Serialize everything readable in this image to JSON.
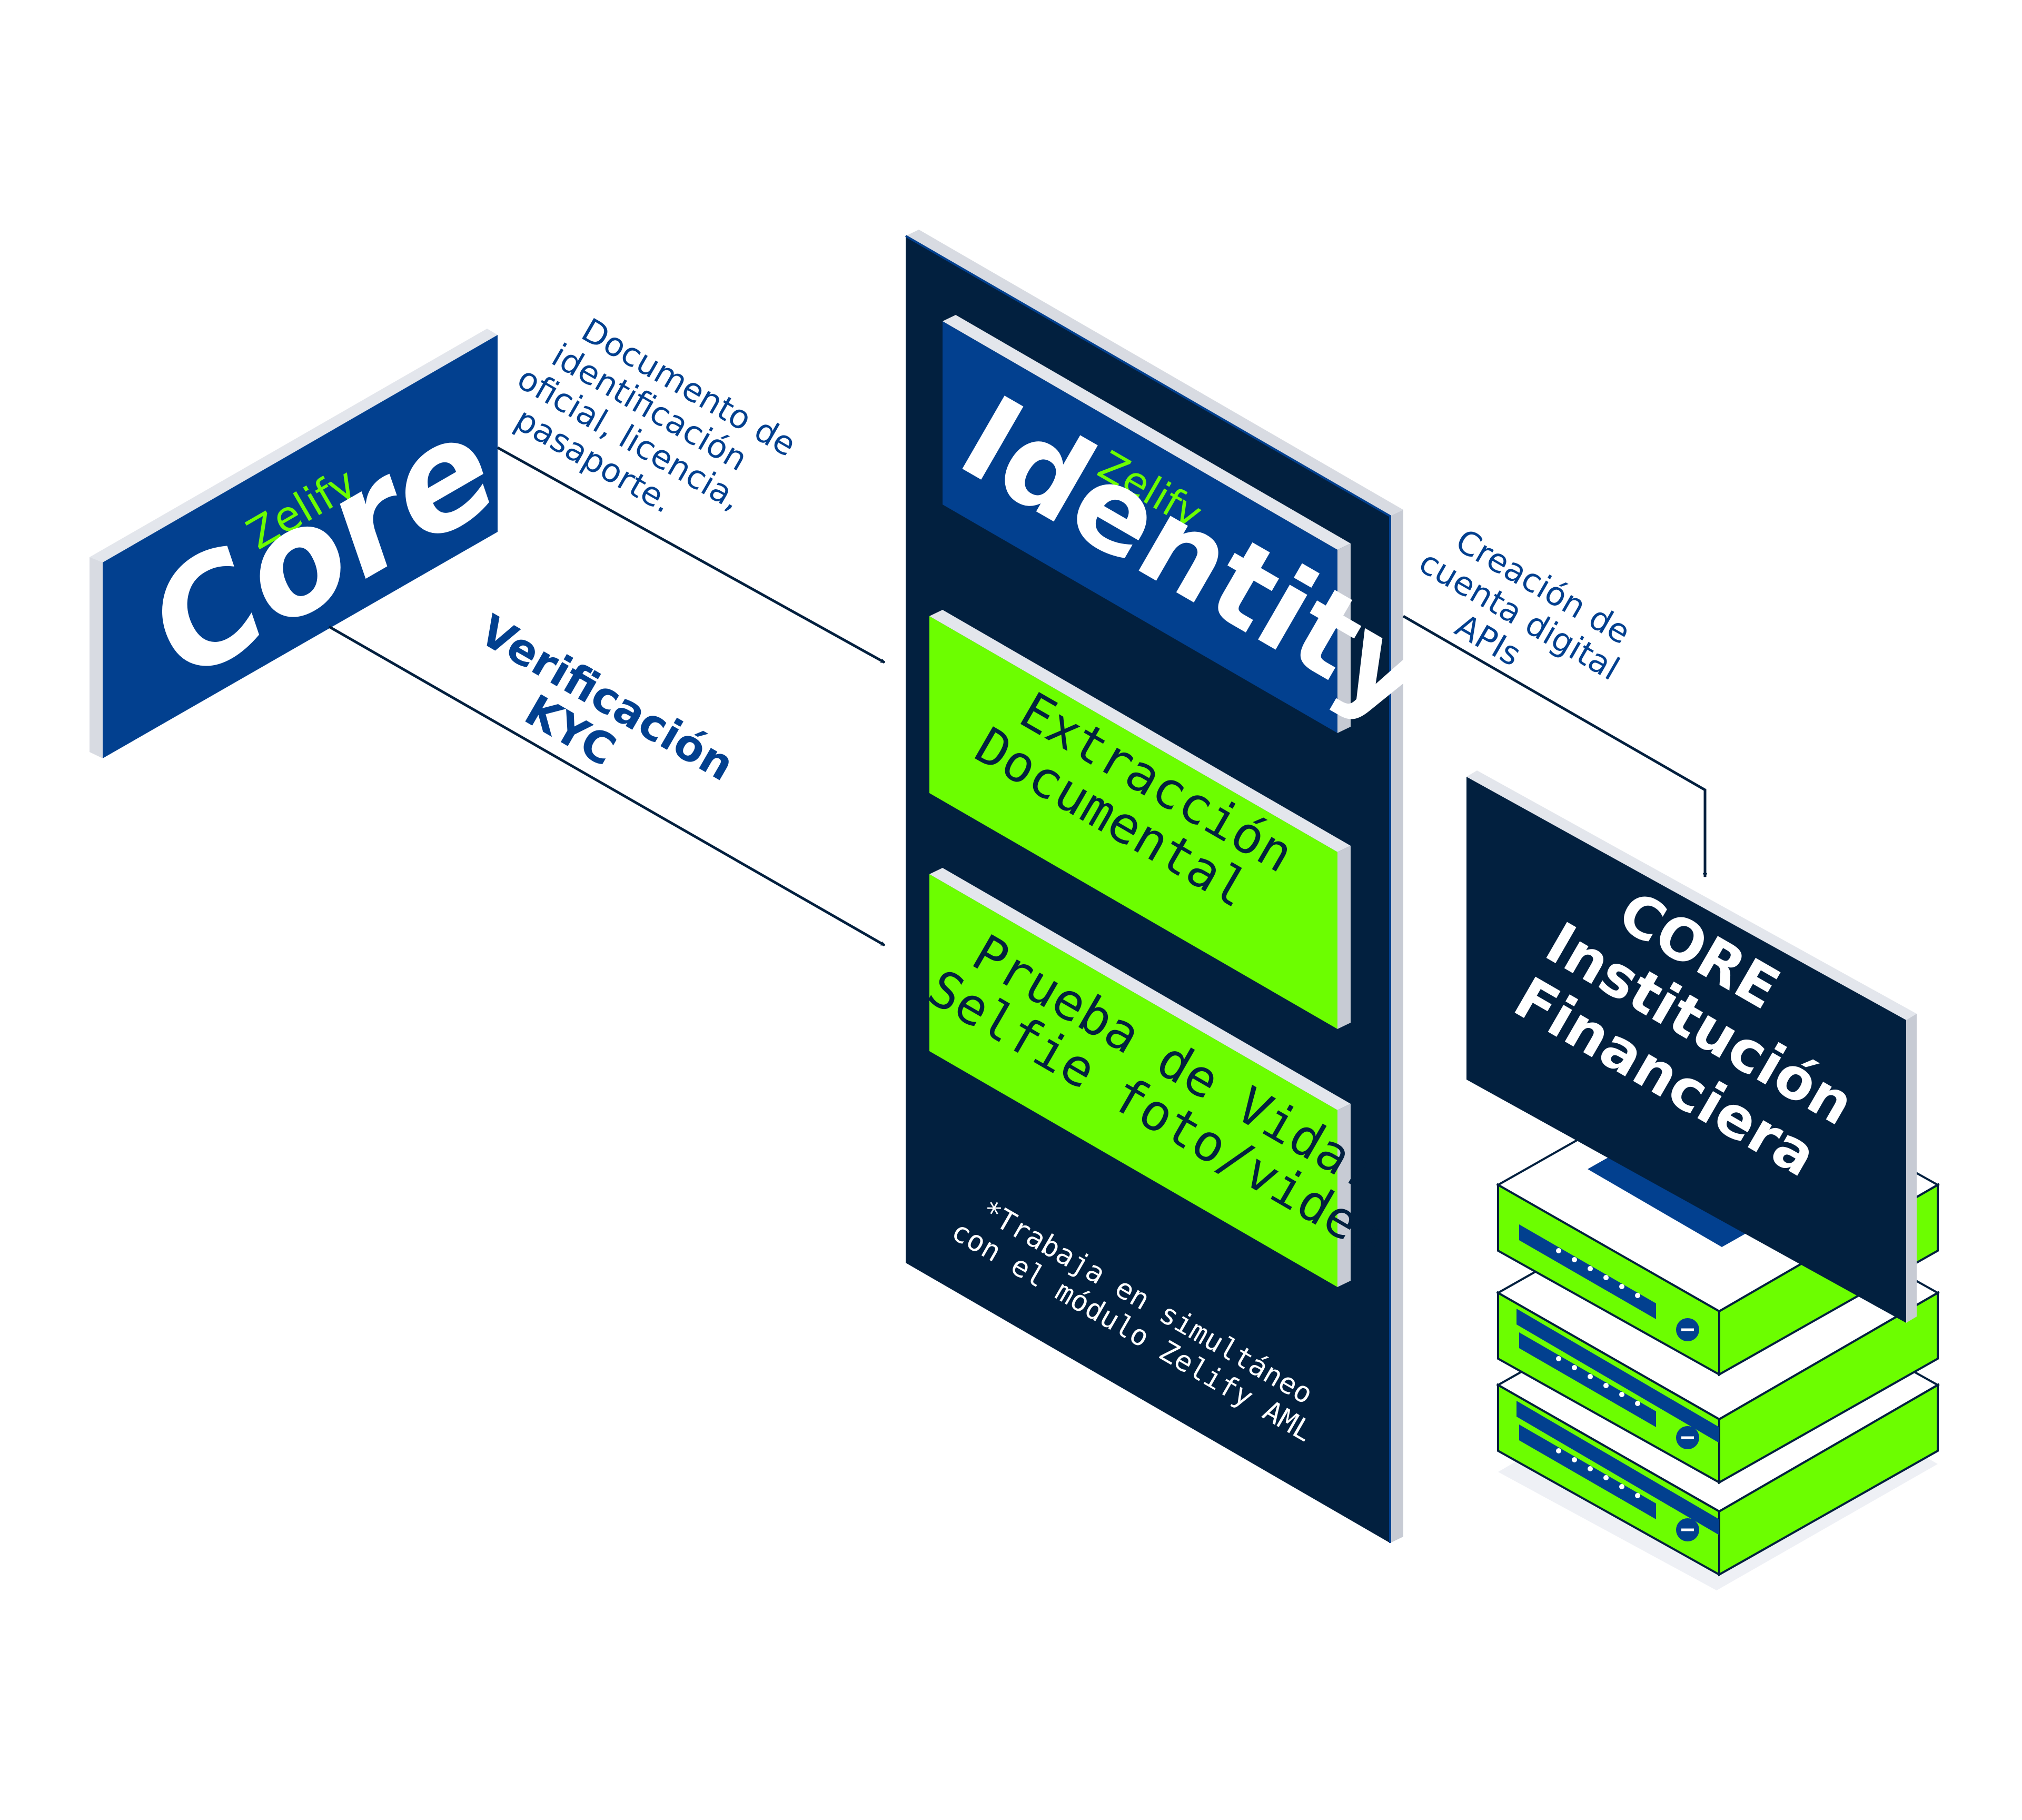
{
  "colors": {
    "navy": "#02203f",
    "blue": "#02408f",
    "green": "#6cfe00",
    "edge": "#d8dbe2",
    "white": "#ffffff",
    "arrow": "#02203f",
    "text_blue": "#02408f",
    "shadow": "#eef0f5"
  },
  "core_card": {
    "brand": "Zelify",
    "product": "Core"
  },
  "identity_panel": {
    "header": {
      "brand": "Zelify",
      "product": "Identity"
    },
    "module_extraction": {
      "line1": "Extracción",
      "line2": "Documental"
    },
    "module_liveness": {
      "line1": "Prueba de Vida:",
      "line2": "Selfie foto/video"
    },
    "footnote": {
      "line1": "*Trabaja en simultáneo",
      "line2": "con el módulo Zelify AML"
    }
  },
  "labels": {
    "documents": {
      "line1": "Documento de",
      "line2": "identificación",
      "line3": "oficial, licencia,",
      "line4": "pasaporte."
    },
    "kyc": {
      "line1": "Verificación",
      "line2": "KYC"
    },
    "account": {
      "line1": "Creación de",
      "line2": "cuenta digital",
      "line3": "APIs"
    }
  },
  "bank_card": {
    "line1": "CORE",
    "line2": "Institución",
    "line3": "Financiera"
  },
  "server_stack": {
    "icon": "server-rack-icon"
  }
}
